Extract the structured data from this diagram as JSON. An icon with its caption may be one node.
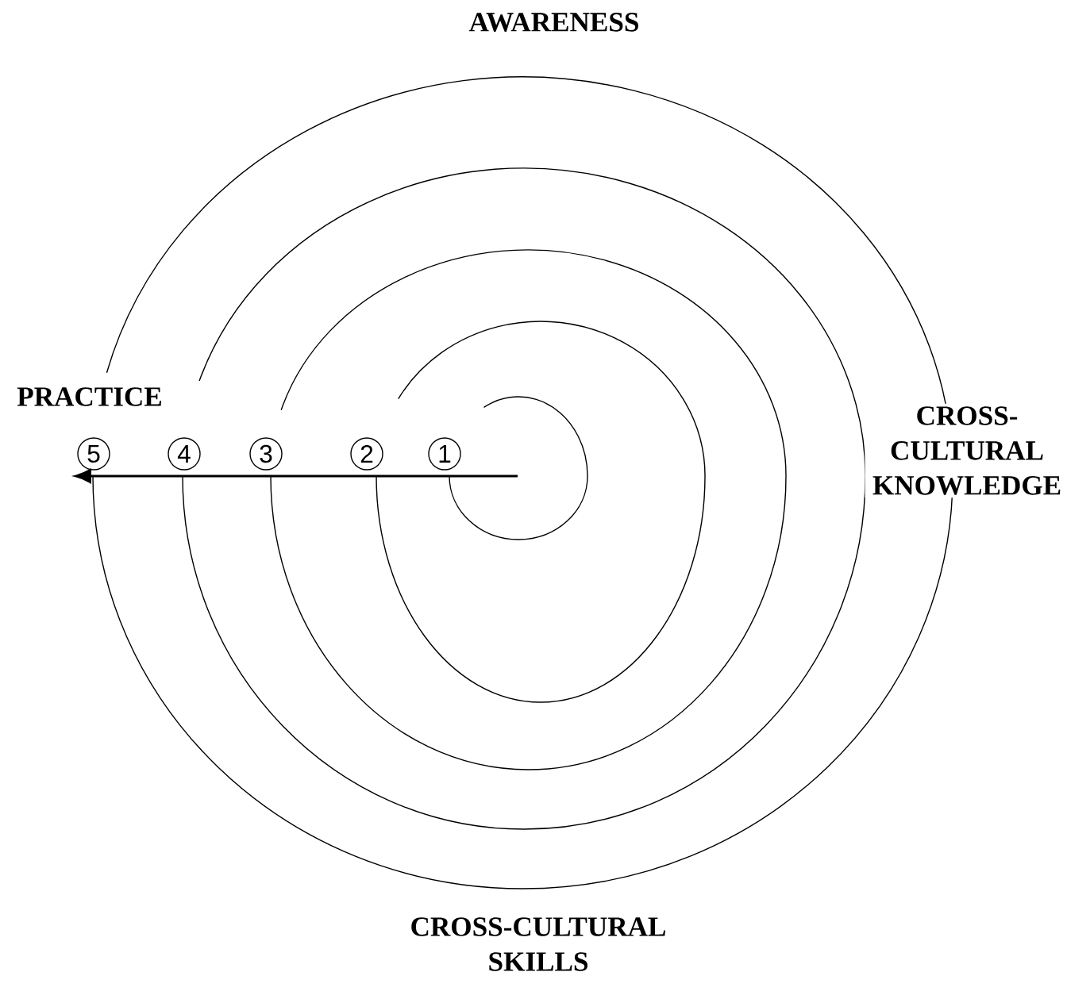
{
  "diagram": {
    "nodes": [
      {
        "text": [
          "5"
        ]
      },
      {
        "text": [
          "4"
        ]
      },
      {
        "text": [
          "3"
        ]
      },
      {
        "text": [
          "2"
        ]
      },
      {
        "text": [
          "1"
        ]
      }
    ],
    "labels": [
      "AWARENESS",
      "PRACTICE",
      "CROSS-CULTURAL KNOWLEDGE",
      "CROSS-CULTURAL SKILLS"
    ]
  }
}
